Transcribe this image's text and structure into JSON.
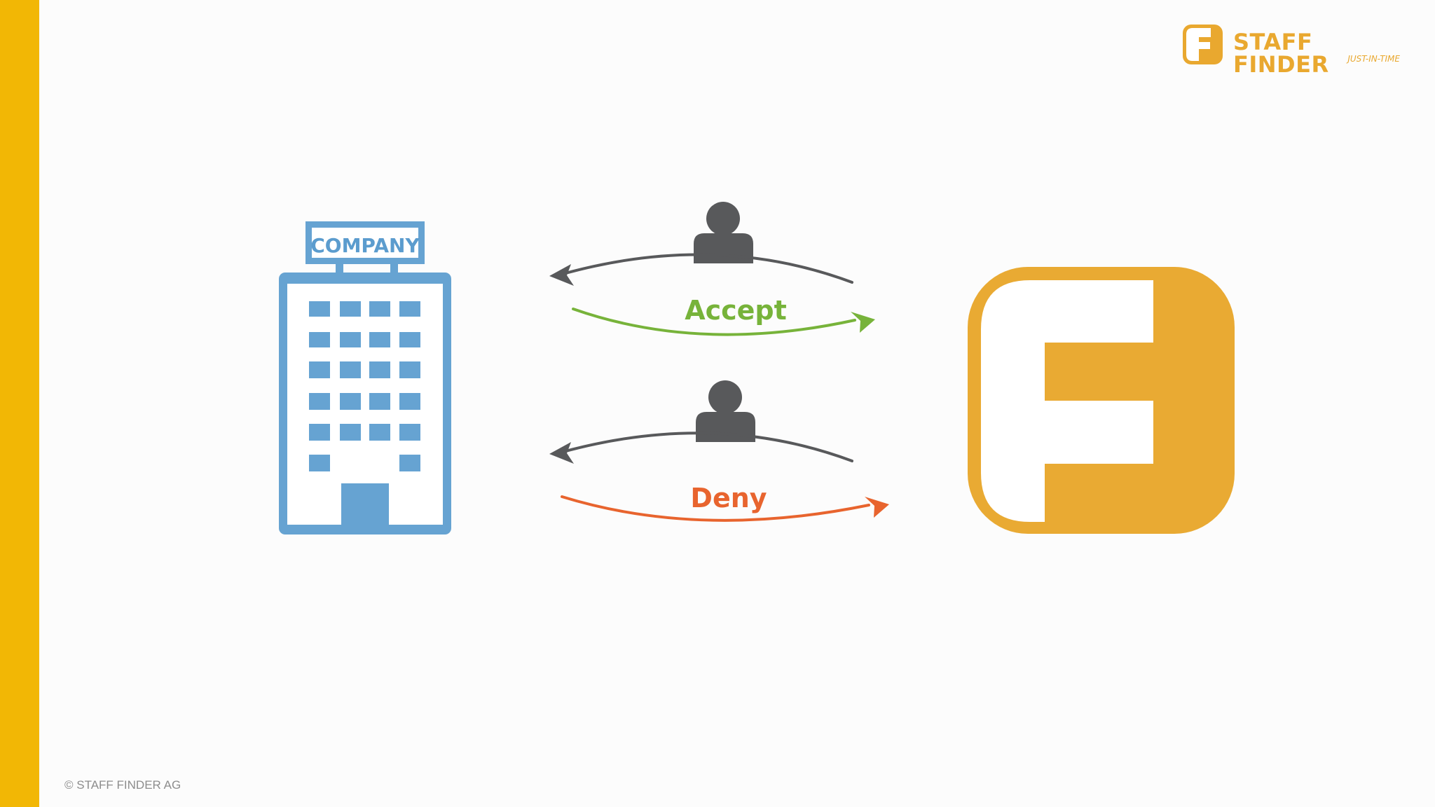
{
  "brand": {
    "name": "STAFF FINDER",
    "tagline": "JUST-IN-TIME",
    "accent_color": "#f2b705",
    "logo_color": "#e9a82f"
  },
  "diagram": {
    "company_sign": "COMPANY",
    "building_color": "#66a3d2",
    "person_color": "#58595b",
    "flows": [
      {
        "label": "Accept",
        "color": "#77b33a"
      },
      {
        "label": "Deny",
        "color": "#e8642e"
      }
    ]
  },
  "footer": {
    "copyright": "© STAFF FINDER AG"
  }
}
